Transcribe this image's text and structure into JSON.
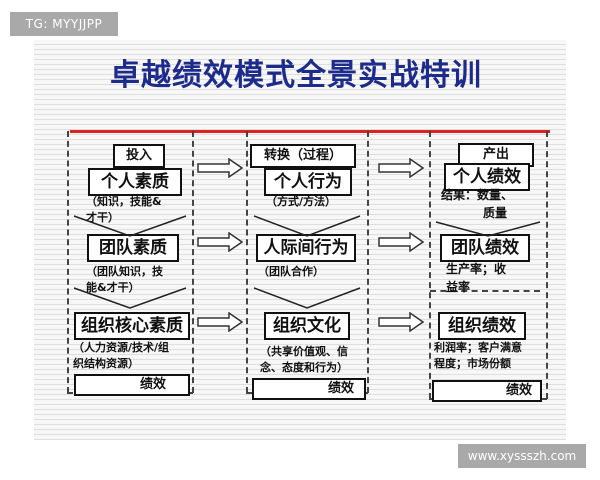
{
  "watermark_top": "TG: MYYJJPP",
  "watermark_bottom": "www.xyssszh.com",
  "title": "卓越绩效模式全景实战特训",
  "columns": [
    {
      "header": "投入",
      "items": [
        {
          "title": "个人素质",
          "note": [
            "（知识，技能&",
            "才干）"
          ]
        },
        {
          "title": "团队素质",
          "note": [
            "（团队知识，技",
            "能&才干）"
          ]
        },
        {
          "title": "组织核心素质",
          "note": [
            "（人力资源/技术/组",
            "织结构资源）"
          ]
        }
      ],
      "footer": "绩效"
    },
    {
      "header": "转换（过程）",
      "items": [
        {
          "title": "个人行为",
          "note": [
            "（方式/方法）"
          ]
        },
        {
          "title": "人际间行为",
          "note": [
            "（团队合作）"
          ]
        },
        {
          "title": "组织文化",
          "note": [
            "（共享价值观、信",
            "念、态度和行为）"
          ]
        }
      ],
      "footer": "绩效"
    },
    {
      "header": "产出",
      "items": [
        {
          "title": "个人绩效",
          "note": [
            "结果：数量、",
            "质量"
          ]
        },
        {
          "title": "团队绩效",
          "note": [
            "生产率；收",
            "益率"
          ]
        },
        {
          "title": "组织绩效",
          "note": [
            "利润率；客户满意",
            "程度；市场份额"
          ]
        }
      ],
      "footer": "绩效"
    }
  ]
}
